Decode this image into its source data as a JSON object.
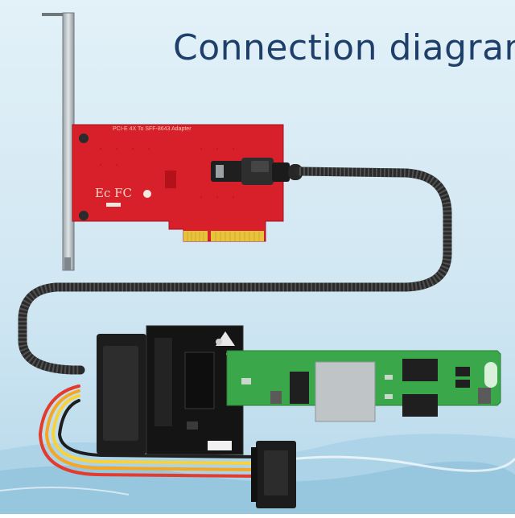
{
  "title": "Connection diagram",
  "adapter_label": "PCI-E 4X To SFF-8643 Adapter",
  "brand_mark": "Ec FC",
  "colors": {
    "background": "#cfe6f2",
    "title": "#1f3f6b",
    "adapter_pcb": "#d8202a",
    "ssd_pcb": "#3aa84a",
    "gold_fingers": "#e8c23a",
    "cable": "#2a2a2a",
    "water": "#a8cfe4"
  },
  "icons": [
    "pcie-bracket",
    "sff-8643-connector",
    "braided-cable",
    "u2-adapter-board",
    "nvme-ssd",
    "sata-power-connector",
    "power-wires"
  ]
}
